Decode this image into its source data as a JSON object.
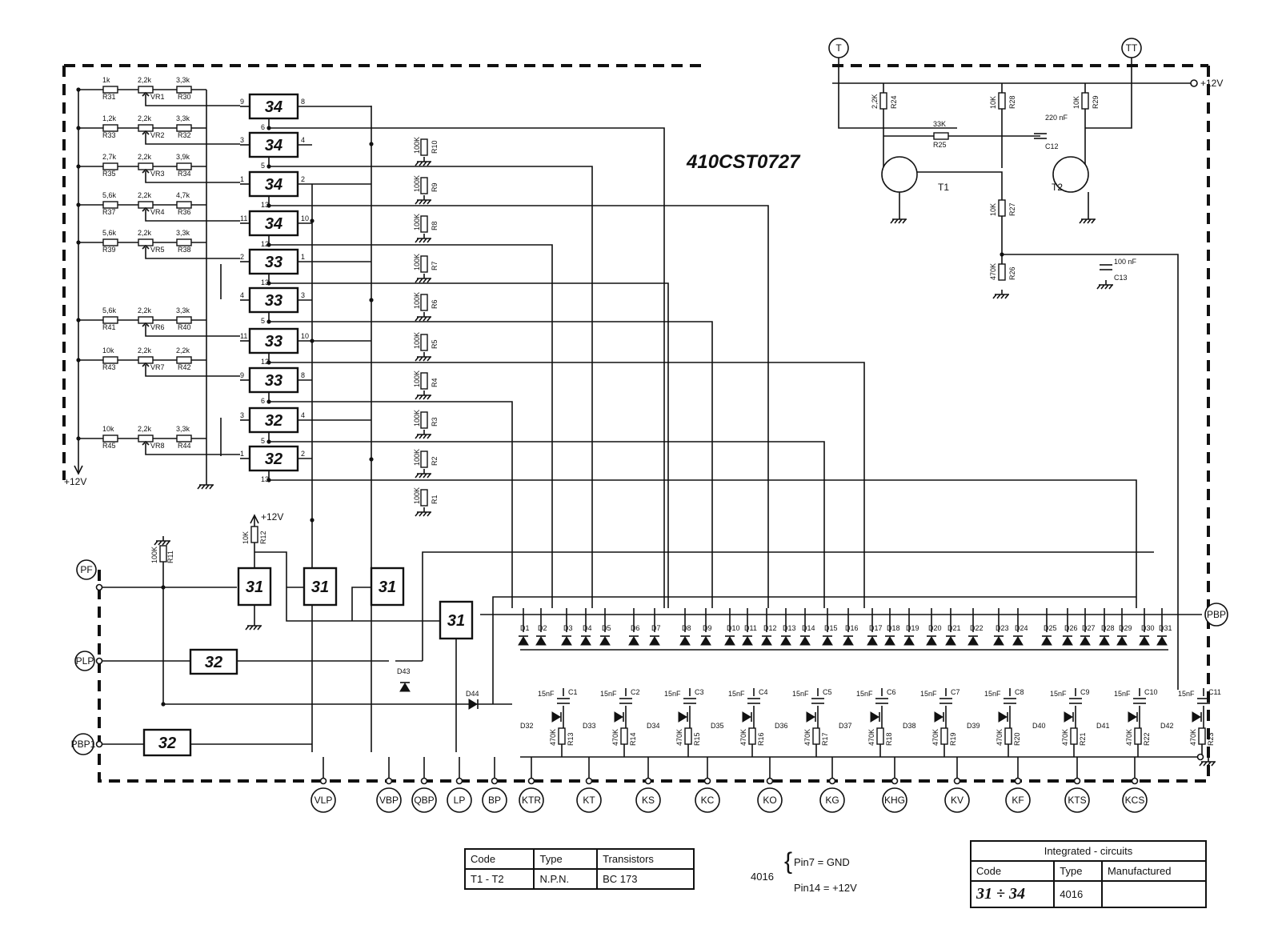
{
  "title": "410CST0727",
  "supply_label": "+12V",
  "edge_terminals": {
    "PF": "PF",
    "PLP": "PLP",
    "PBP1": "PBP1",
    "PBP": "PBP",
    "T": "T",
    "TT": "TT"
  },
  "bottom_terminals": [
    "VLP",
    "VBP",
    "QBP",
    "LP",
    "BP",
    "KTR",
    "KT",
    "KS",
    "KC",
    "KO",
    "KG",
    "KHG",
    "KV",
    "KF",
    "KTS",
    "KCS"
  ],
  "chips": {
    "row_34": "34",
    "row_33": "33",
    "row_32": "32",
    "row_31": "31"
  },
  "divider_rows": [
    {
      "r1": "1k",
      "r1n": "R31",
      "vr": "2,2k",
      "vrn": "VR1",
      "r2": "3,3k",
      "r2n": "R30"
    },
    {
      "r1": "1,2k",
      "r1n": "R33",
      "vr": "2,2k",
      "vrn": "VR2",
      "r2": "3,3k",
      "r2n": "R32"
    },
    {
      "r1": "2,7k",
      "r1n": "R35",
      "vr": "2,2k",
      "vrn": "VR3",
      "r2": "3,9k",
      "r2n": "R34"
    },
    {
      "r1": "5,6k",
      "r1n": "R37",
      "vr": "2,2k",
      "vrn": "VR4",
      "r2": "4,7k",
      "r2n": "R36"
    },
    {
      "r1": "5,6k",
      "r1n": "R39",
      "vr": "2,2k",
      "vrn": "VR5",
      "r2": "3,3k",
      "r2n": "R38"
    },
    {
      "r1": "5,6k",
      "r1n": "R41",
      "vr": "2,2k",
      "vrn": "VR6",
      "r2": "3,3k",
      "r2n": "R40"
    },
    {
      "r1": "10k",
      "r1n": "R43",
      "vr": "2,2k",
      "vrn": "VR7",
      "r2": "2,2k",
      "r2n": "R42"
    },
    {
      "r1": "10k",
      "r1n": "R45",
      "vr": "2,2k",
      "vrn": "VR8",
      "r2": "3,3k",
      "r2n": "R44"
    }
  ],
  "pulldown_resistors": [
    "R10",
    "R9",
    "R8",
    "R7",
    "R6",
    "R5",
    "R4",
    "R3",
    "R2",
    "R1"
  ],
  "pulldown_value": "100K",
  "oscillator": {
    "r24": "2,2K",
    "r24n": "R24",
    "r28": "10K",
    "r28n": "R28",
    "r29": "10K",
    "r29n": "R29",
    "r25": "33K",
    "r25n": "R25",
    "c12": "220 nF",
    "c12n": "C12",
    "r27": "10K",
    "r27n": "R27",
    "r26": "470K",
    "r26n": "R26",
    "c13": "100 nF",
    "c13n": "C13",
    "t1": "T1",
    "t2": "T2"
  },
  "misc": {
    "r11": "100K",
    "r11n": "R11",
    "r12": "10K",
    "r12n": "R12",
    "d43": "D43",
    "d44": "D44"
  },
  "diode_labels": [
    "D1",
    "D2",
    "D3",
    "D4",
    "D5",
    "D6",
    "D7",
    "D8",
    "D9",
    "D10",
    "D11",
    "D12",
    "D13",
    "D14",
    "D15",
    "D16",
    "D17",
    "D18",
    "D19",
    "D20",
    "D21",
    "D22",
    "D23",
    "D24",
    "D25",
    "D26",
    "D27",
    "D28",
    "D29",
    "D30",
    "D31"
  ],
  "cap_value": "15nF",
  "rc_value": "470K",
  "rc_blocks": [
    {
      "c": "C1",
      "d": "D32",
      "r": "R13"
    },
    {
      "c": "C2",
      "d": "D33",
      "r": "R14"
    },
    {
      "c": "C3",
      "d": "D34",
      "r": "R15"
    },
    {
      "c": "C4",
      "d": "D35",
      "r": "R16"
    },
    {
      "c": "C5",
      "d": "D36",
      "r": "R17"
    },
    {
      "c": "C6",
      "d": "D37",
      "r": "R18"
    },
    {
      "c": "C7",
      "d": "D38",
      "r": "R19"
    },
    {
      "c": "C8",
      "d": "D39",
      "r": "R20"
    },
    {
      "c": "C9",
      "d": "D40",
      "r": "R21"
    },
    {
      "c": "C10",
      "d": "D41",
      "r": "R22"
    },
    {
      "c": "C11",
      "d": "D42",
      "r": "R23"
    }
  ],
  "transistor_table": {
    "headers": [
      "Code",
      "Type",
      "Transistors"
    ],
    "row": [
      "T1 - T2",
      "N.P.N.",
      "BC 173"
    ]
  },
  "pin_note": {
    "part": "4016",
    "line1": "Pin7  = GND",
    "line2": "Pin14 = +12V"
  },
  "ic_table": {
    "title": "Integrated - circuits",
    "headers": [
      "Code",
      "Type",
      "Manufactured"
    ],
    "row": [
      "31 ÷ 34",
      "4016",
      ""
    ]
  }
}
